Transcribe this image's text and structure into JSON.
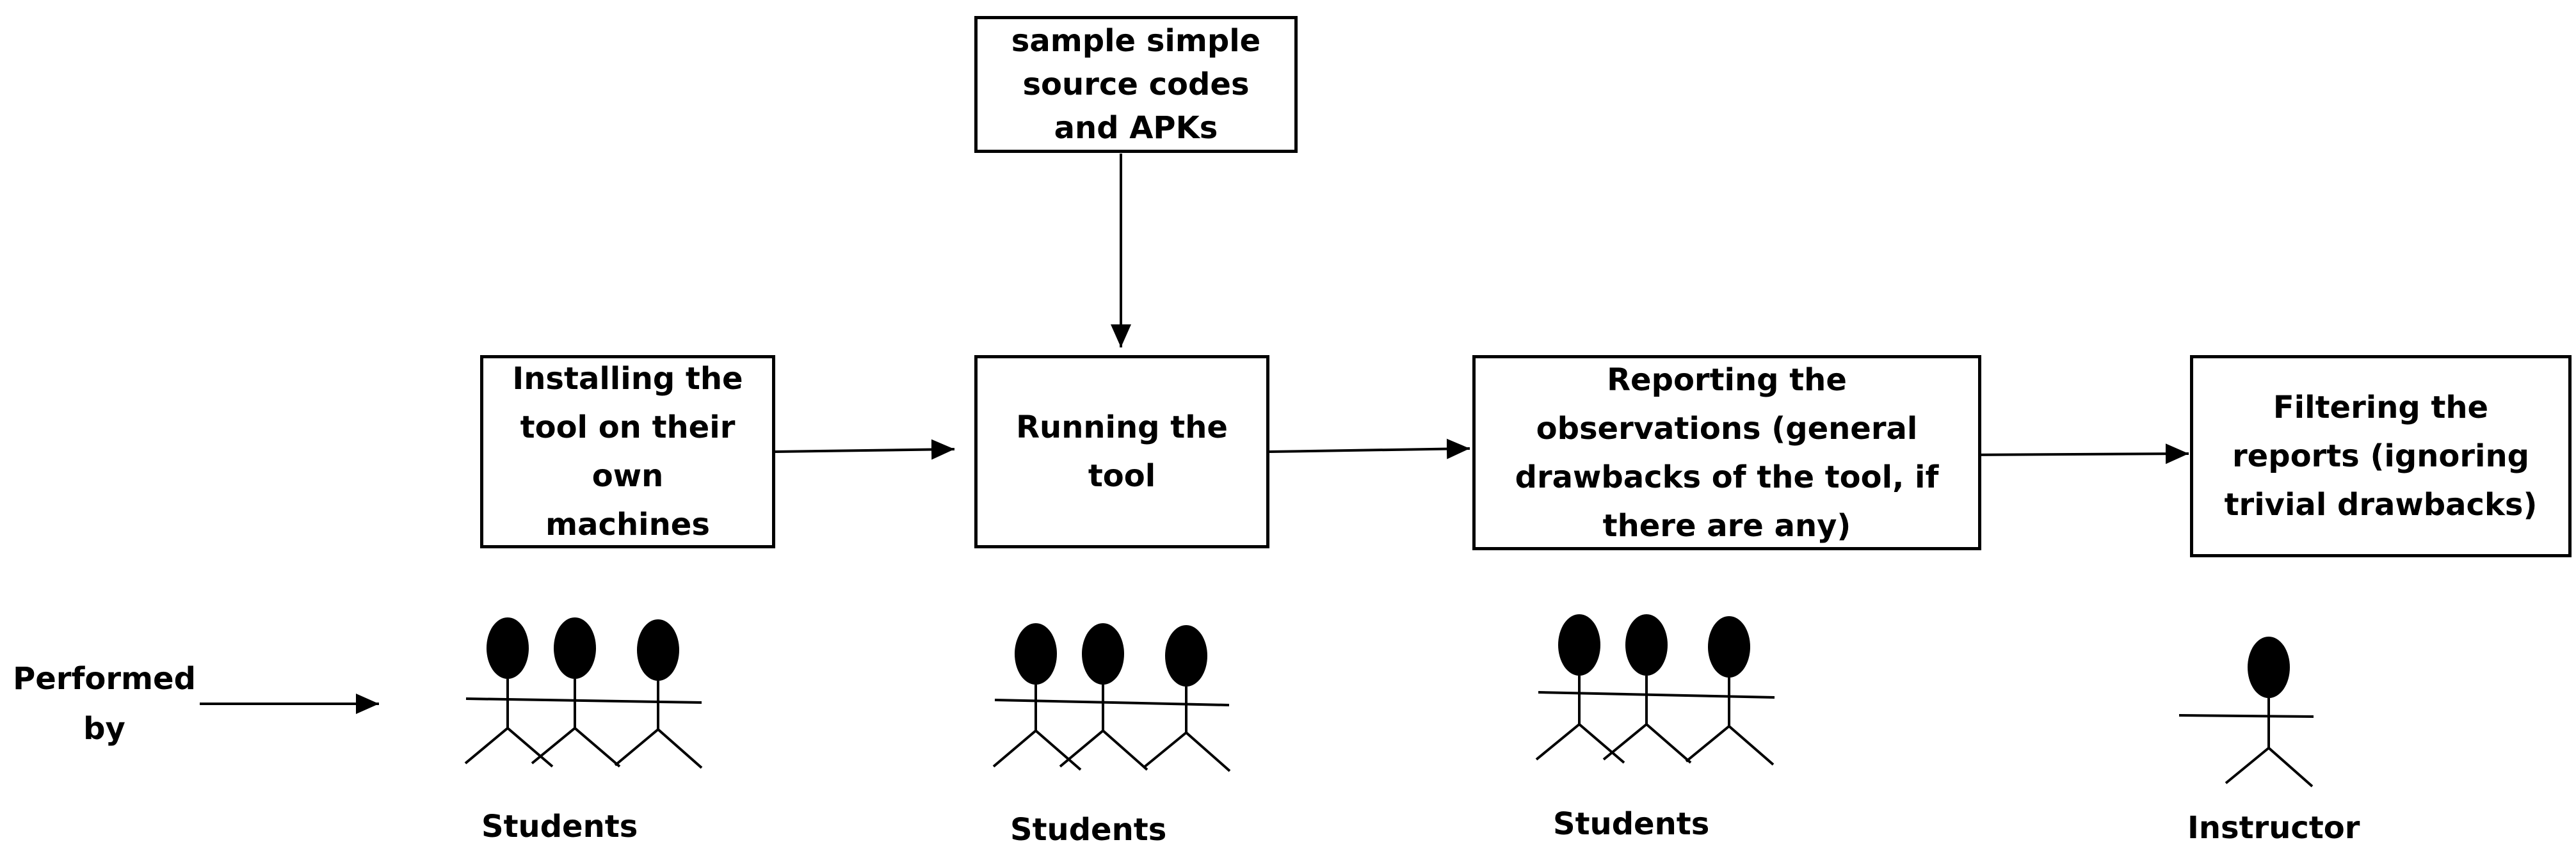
{
  "boxes": {
    "sample": "sample simple\nsource codes\nand APKs",
    "install": "Installing the\ntool on their\nown\nmachines",
    "run": "Running the\ntool",
    "report": "Reporting the\nobservations (general\ndrawbacks of the tool, if\nthere are any)",
    "filter": "Filtering the\nreports (ignoring\ntrivial drawbacks)"
  },
  "performed_by": "Performed\nby",
  "roles": {
    "group1": "Students",
    "group2": "Students",
    "group3": "Students",
    "group4": "Instructor"
  }
}
